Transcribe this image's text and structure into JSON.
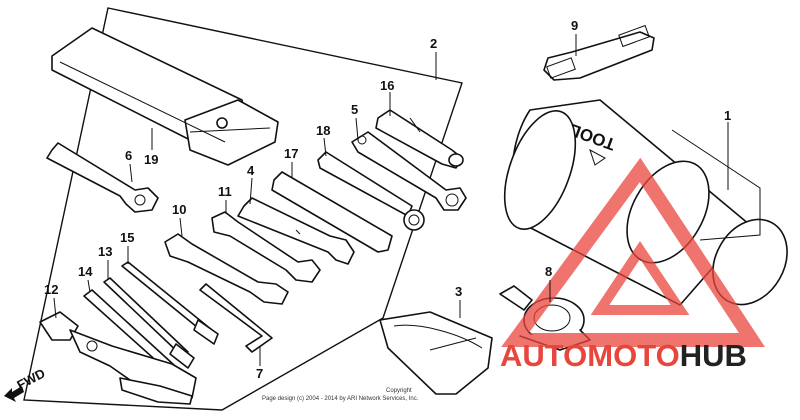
{
  "parts": [
    {
      "id": "label-1",
      "number": "1"
    },
    {
      "id": "label-2",
      "number": "2"
    },
    {
      "id": "label-3",
      "number": "3"
    },
    {
      "id": "label-4",
      "number": "4"
    },
    {
      "id": "label-5",
      "number": "5"
    },
    {
      "id": "label-6",
      "number": "6"
    },
    {
      "id": "label-7",
      "number": "7"
    },
    {
      "id": "label-8",
      "number": "8"
    },
    {
      "id": "label-9",
      "number": "9"
    },
    {
      "id": "label-10",
      "number": "10"
    },
    {
      "id": "label-11",
      "number": "11"
    },
    {
      "id": "label-12",
      "number": "12"
    },
    {
      "id": "label-13",
      "number": "13"
    },
    {
      "id": "label-14",
      "number": "14"
    },
    {
      "id": "label-15",
      "number": "15"
    },
    {
      "id": "label-16",
      "number": "16"
    },
    {
      "id": "label-17",
      "number": "17"
    },
    {
      "id": "label-18",
      "number": "18"
    },
    {
      "id": "label-19",
      "number": "19"
    }
  ],
  "tool_case_text": "TOOL",
  "fwd_label": "FWD",
  "copyright_line1": "Copyright",
  "copyright_line2": "Page design (c) 2004 - 2014 by ARI Network Services, Inc.",
  "watermark": {
    "part1": "AUTOMOTO",
    "part2": "HUB",
    "color_red": "#e8453c",
    "color_dark": "#222222"
  }
}
